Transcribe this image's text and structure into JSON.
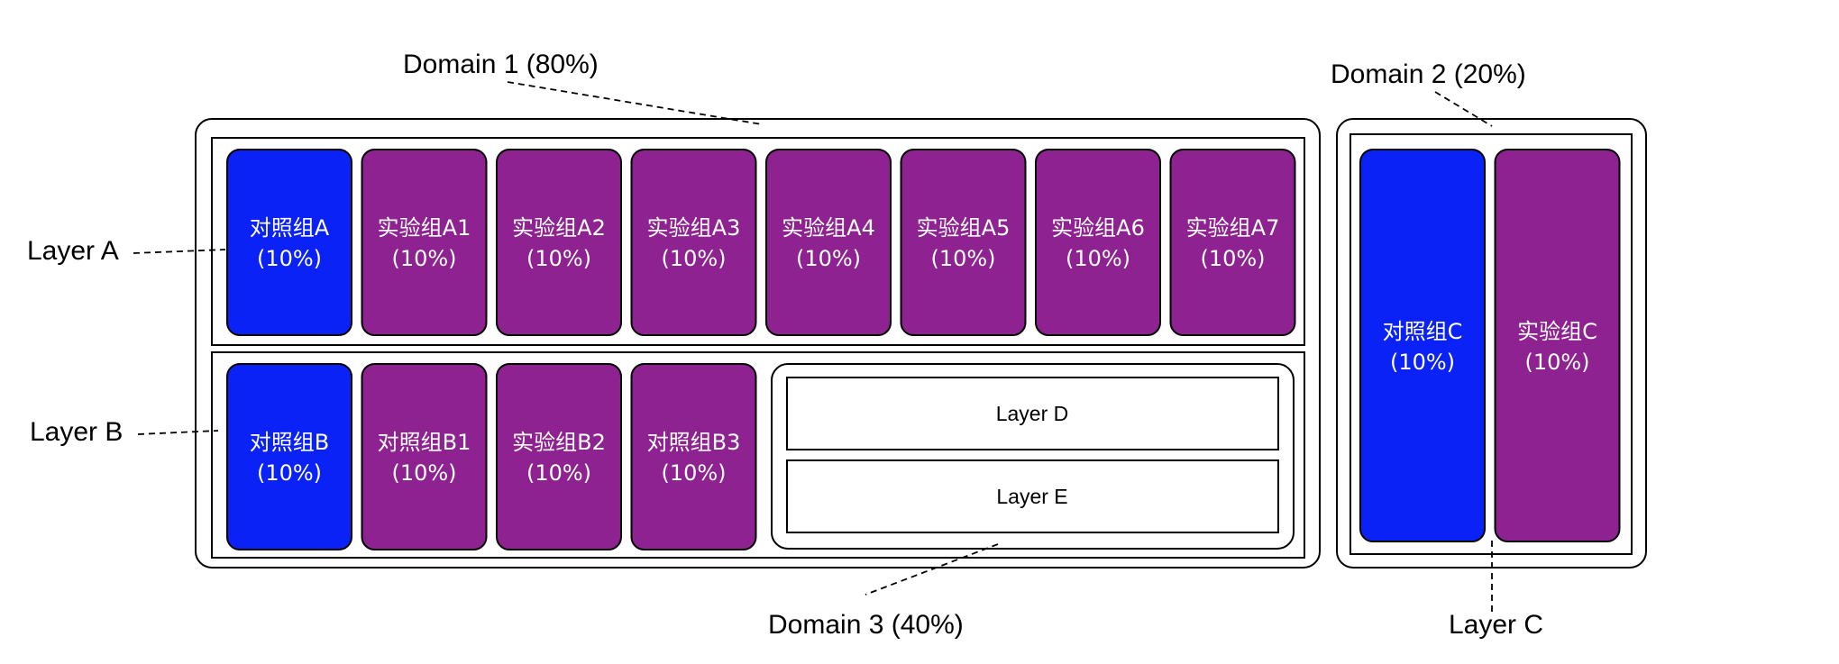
{
  "colors": {
    "control": "#0A22F5",
    "experiment": "#8E2290",
    "border": "#000000",
    "cell_text": "#ffffff"
  },
  "labels": {
    "domain1": "Domain 1 (80%)",
    "domain2": "Domain 2 (20%)",
    "domain3": "Domain 3 (40%)",
    "layer_a": "Layer A",
    "layer_b": "Layer B",
    "layer_c": "Layer C",
    "layer_d": "Layer D",
    "layer_e": "Layer E"
  },
  "layer_a": {
    "groups": [
      {
        "name": "对照组A",
        "percent": "(10%)",
        "kind": "control"
      },
      {
        "name": "实验组A1",
        "percent": "(10%)",
        "kind": "experiment"
      },
      {
        "name": "实验组A2",
        "percent": "(10%)",
        "kind": "experiment"
      },
      {
        "name": "实验组A3",
        "percent": "(10%)",
        "kind": "experiment"
      },
      {
        "name": "实验组A4",
        "percent": "(10%)",
        "kind": "experiment"
      },
      {
        "name": "实验组A5",
        "percent": "(10%)",
        "kind": "experiment"
      },
      {
        "name": "实验组A6",
        "percent": "(10%)",
        "kind": "experiment"
      },
      {
        "name": "实验组A7",
        "percent": "(10%)",
        "kind": "experiment"
      }
    ]
  },
  "layer_b": {
    "groups": [
      {
        "name": "对照组B",
        "percent": "(10%)",
        "kind": "control"
      },
      {
        "name": "对照组B1",
        "percent": "(10%)",
        "kind": "experiment"
      },
      {
        "name": "实验组B2",
        "percent": "(10%)",
        "kind": "experiment"
      },
      {
        "name": "对照组B3",
        "percent": "(10%)",
        "kind": "experiment"
      }
    ]
  },
  "layer_c": {
    "groups": [
      {
        "name": "对照组C",
        "percent": "(10%)",
        "kind": "control"
      },
      {
        "name": "实验组C",
        "percent": "(10%)",
        "kind": "experiment"
      }
    ]
  }
}
